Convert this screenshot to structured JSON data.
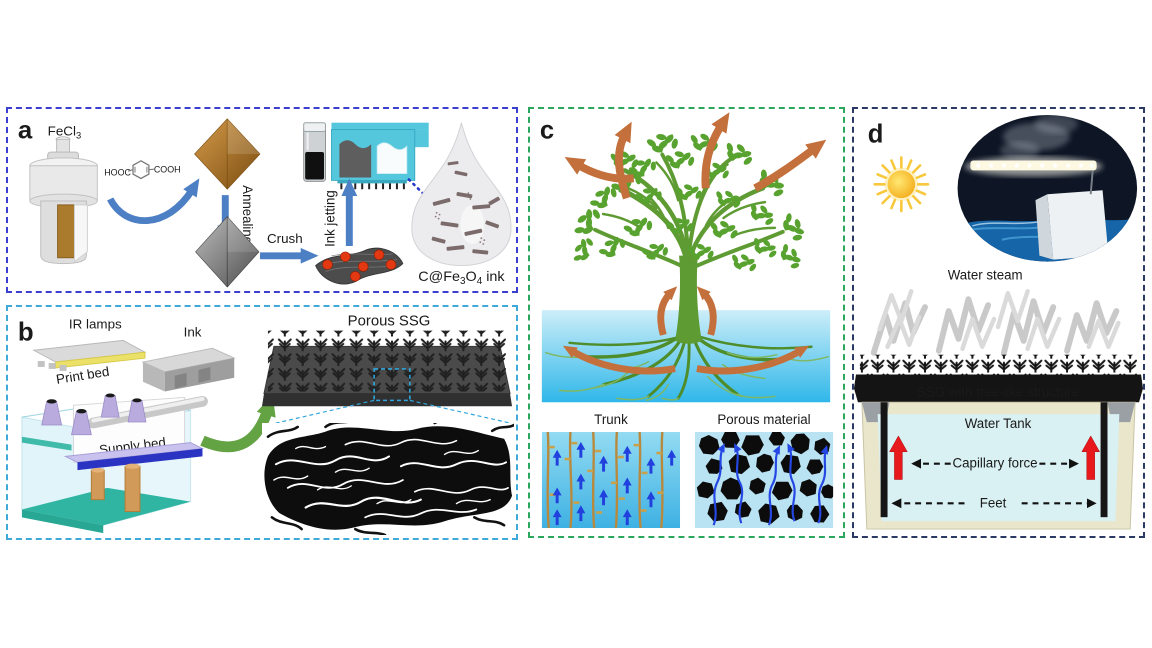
{
  "a": {
    "label": "a",
    "fecl3_base": "FeCl",
    "fecl3_sub": "3",
    "mol_left": "HOOC",
    "mol_right": "COOH",
    "annealing": "Annealing",
    "crush": "Crush",
    "ink_jetting": "Ink jetting",
    "ink_p1": "C@Fe",
    "ink_s1": "3",
    "ink_p2": "O",
    "ink_s2": "4",
    "ink_p3": " ink"
  },
  "b": {
    "label": "b",
    "ir_lamps": "IR lamps",
    "ink": "Ink",
    "print_bed": "Print bed",
    "supply_bed": "Supply bed",
    "porous_ssg": "Porous SSG"
  },
  "c": {
    "label": "c",
    "trunk": "Trunk",
    "porous_material": "Porous material"
  },
  "d": {
    "label": "d",
    "water_steam": "Water steam",
    "ssg_structure": "SSG with tree-like structure",
    "water_tank": "Water Tank",
    "capillary_force": "Capillary force",
    "feet": "Feet"
  },
  "colors": {
    "panel_a_border": "#3b3fcf",
    "panel_b_border": "#3fa9da",
    "panel_c_border": "#2aa75c",
    "panel_d_border": "#2a3a64",
    "blue_arrow": "#4d7fc4",
    "green_arrow": "#64a344",
    "orange_arrow": "#c4703c",
    "red_arrow": "#e8191c",
    "tree_green": "#5f9b33",
    "leaf_green": "#58a22f",
    "water_top": "#cdeef9",
    "water_bottom": "#2fb7e9"
  }
}
